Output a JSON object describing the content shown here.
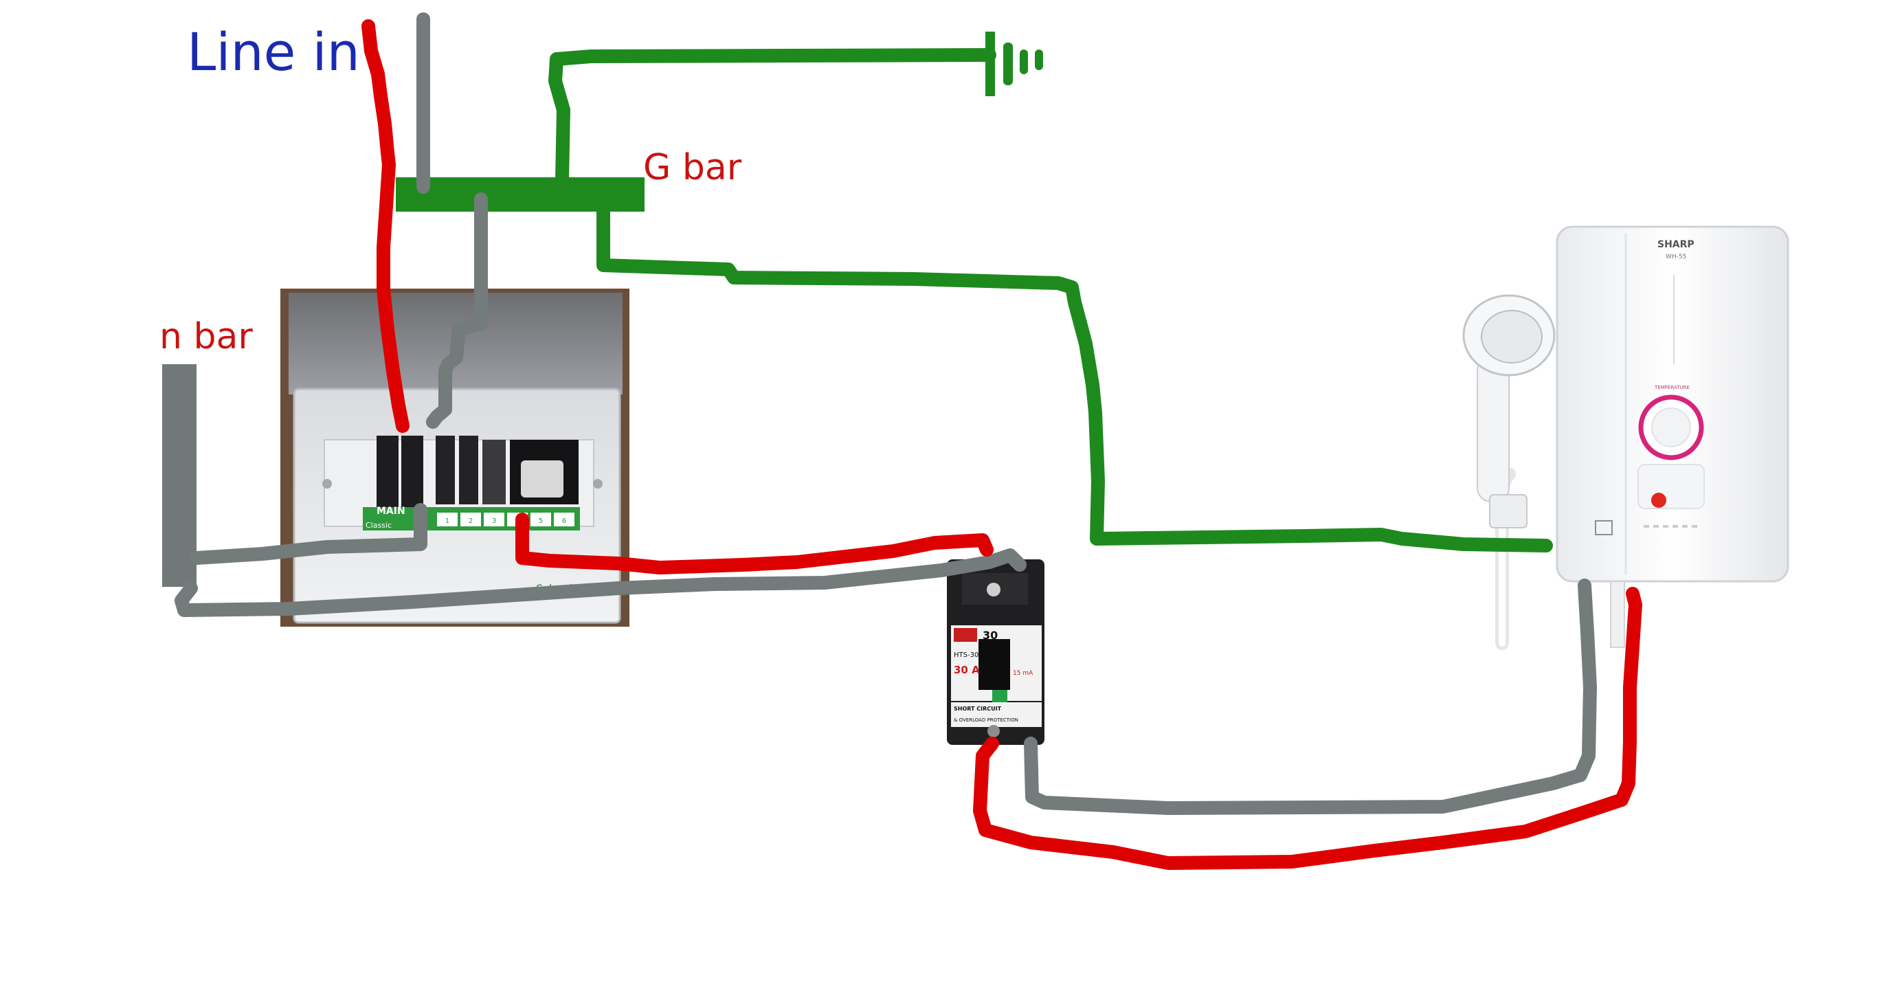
{
  "labels": {
    "line_in": "Line in",
    "g_bar": "G bar",
    "n_bar": "n bar"
  },
  "colors": {
    "line_in_text": "#1a2bb0",
    "bar_label_text": "#cc1111",
    "live_wire": "#dd0000",
    "neutral_wire": "#737b7b",
    "ground_wire": "#1e8a1e",
    "neutral_bar": "#707878",
    "ground_bar": "#1e8a1e"
  },
  "components": {
    "distribution_box": {
      "brand_text": "Schneider Electric",
      "main_label": "MAIN",
      "series_label": "Classic",
      "slot_numbers": [
        "1",
        "2",
        "3",
        "4",
        "5",
        "6"
      ]
    },
    "rcbo": {
      "rating_badge": "30",
      "model": "HTS-30",
      "current": "30 A",
      "leakage": "15 mA",
      "bottom_text_1": "SHORT CIRCUIT",
      "bottom_text_2": "& OVERLOAD PROTECTION"
    },
    "water_heater": {
      "brand": "SHARP",
      "model": "WH-55",
      "dial_label": "TEMPERATURE"
    }
  }
}
